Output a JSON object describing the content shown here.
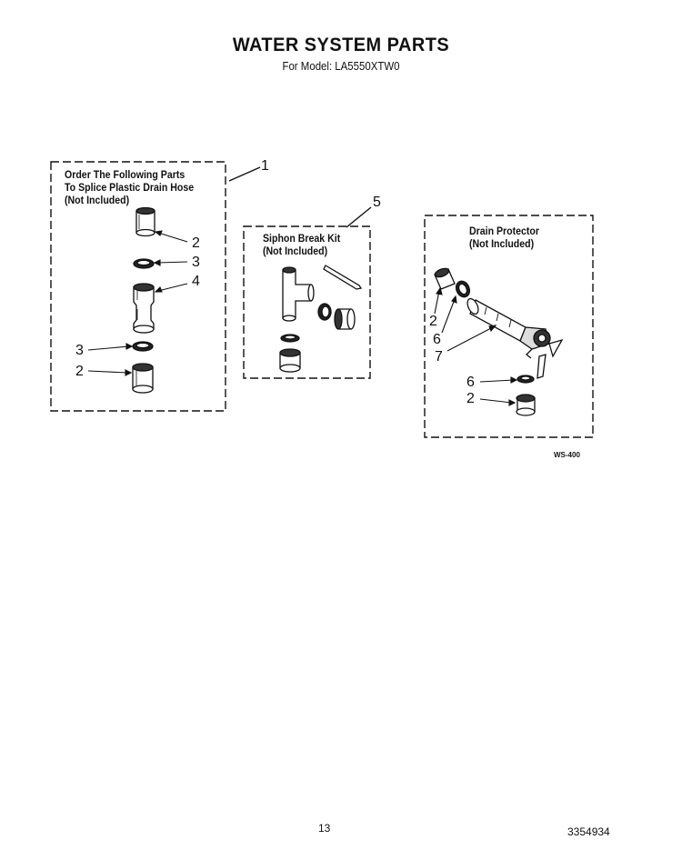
{
  "header": {
    "title": "WATER SYSTEM PARTS",
    "subtitle": "For Model: LA5550XTW0"
  },
  "panels": {
    "splice": {
      "label": "Order The Following Parts\nTo Splice Plastic Drain Hose\n(Not Included)",
      "callout": "1"
    },
    "siphon": {
      "label": "Siphon Break Kit\n(Not Included)",
      "callout": "5"
    },
    "drain": {
      "label": "Drain Protector\n(Not Included)"
    }
  },
  "callouts": {
    "splice_2_top": "2",
    "splice_3_top": "3",
    "splice_4": "4",
    "splice_3_bottom": "3",
    "splice_2_bottom": "2",
    "drain_2_top": "2",
    "drain_6_top": "6",
    "drain_7": "7",
    "drain_6_bottom": "6",
    "drain_2_bottom": "2"
  },
  "figure_code": "WS-400",
  "footer": {
    "page_number": "13",
    "doc_number": "3354934"
  }
}
